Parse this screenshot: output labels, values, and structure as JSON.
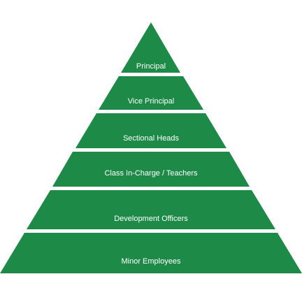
{
  "diagram": {
    "fill_color": "#1e8a48",
    "text_color": "#ffffff",
    "background": "#ffffff",
    "tiers": [
      {
        "label": "Principal"
      },
      {
        "label": "Vice Principal"
      },
      {
        "label": "Sectional Heads"
      },
      {
        "label": "Class In-Charge / Teachers"
      },
      {
        "label": "Development Officers"
      },
      {
        "label": "Minor Employees"
      }
    ]
  }
}
